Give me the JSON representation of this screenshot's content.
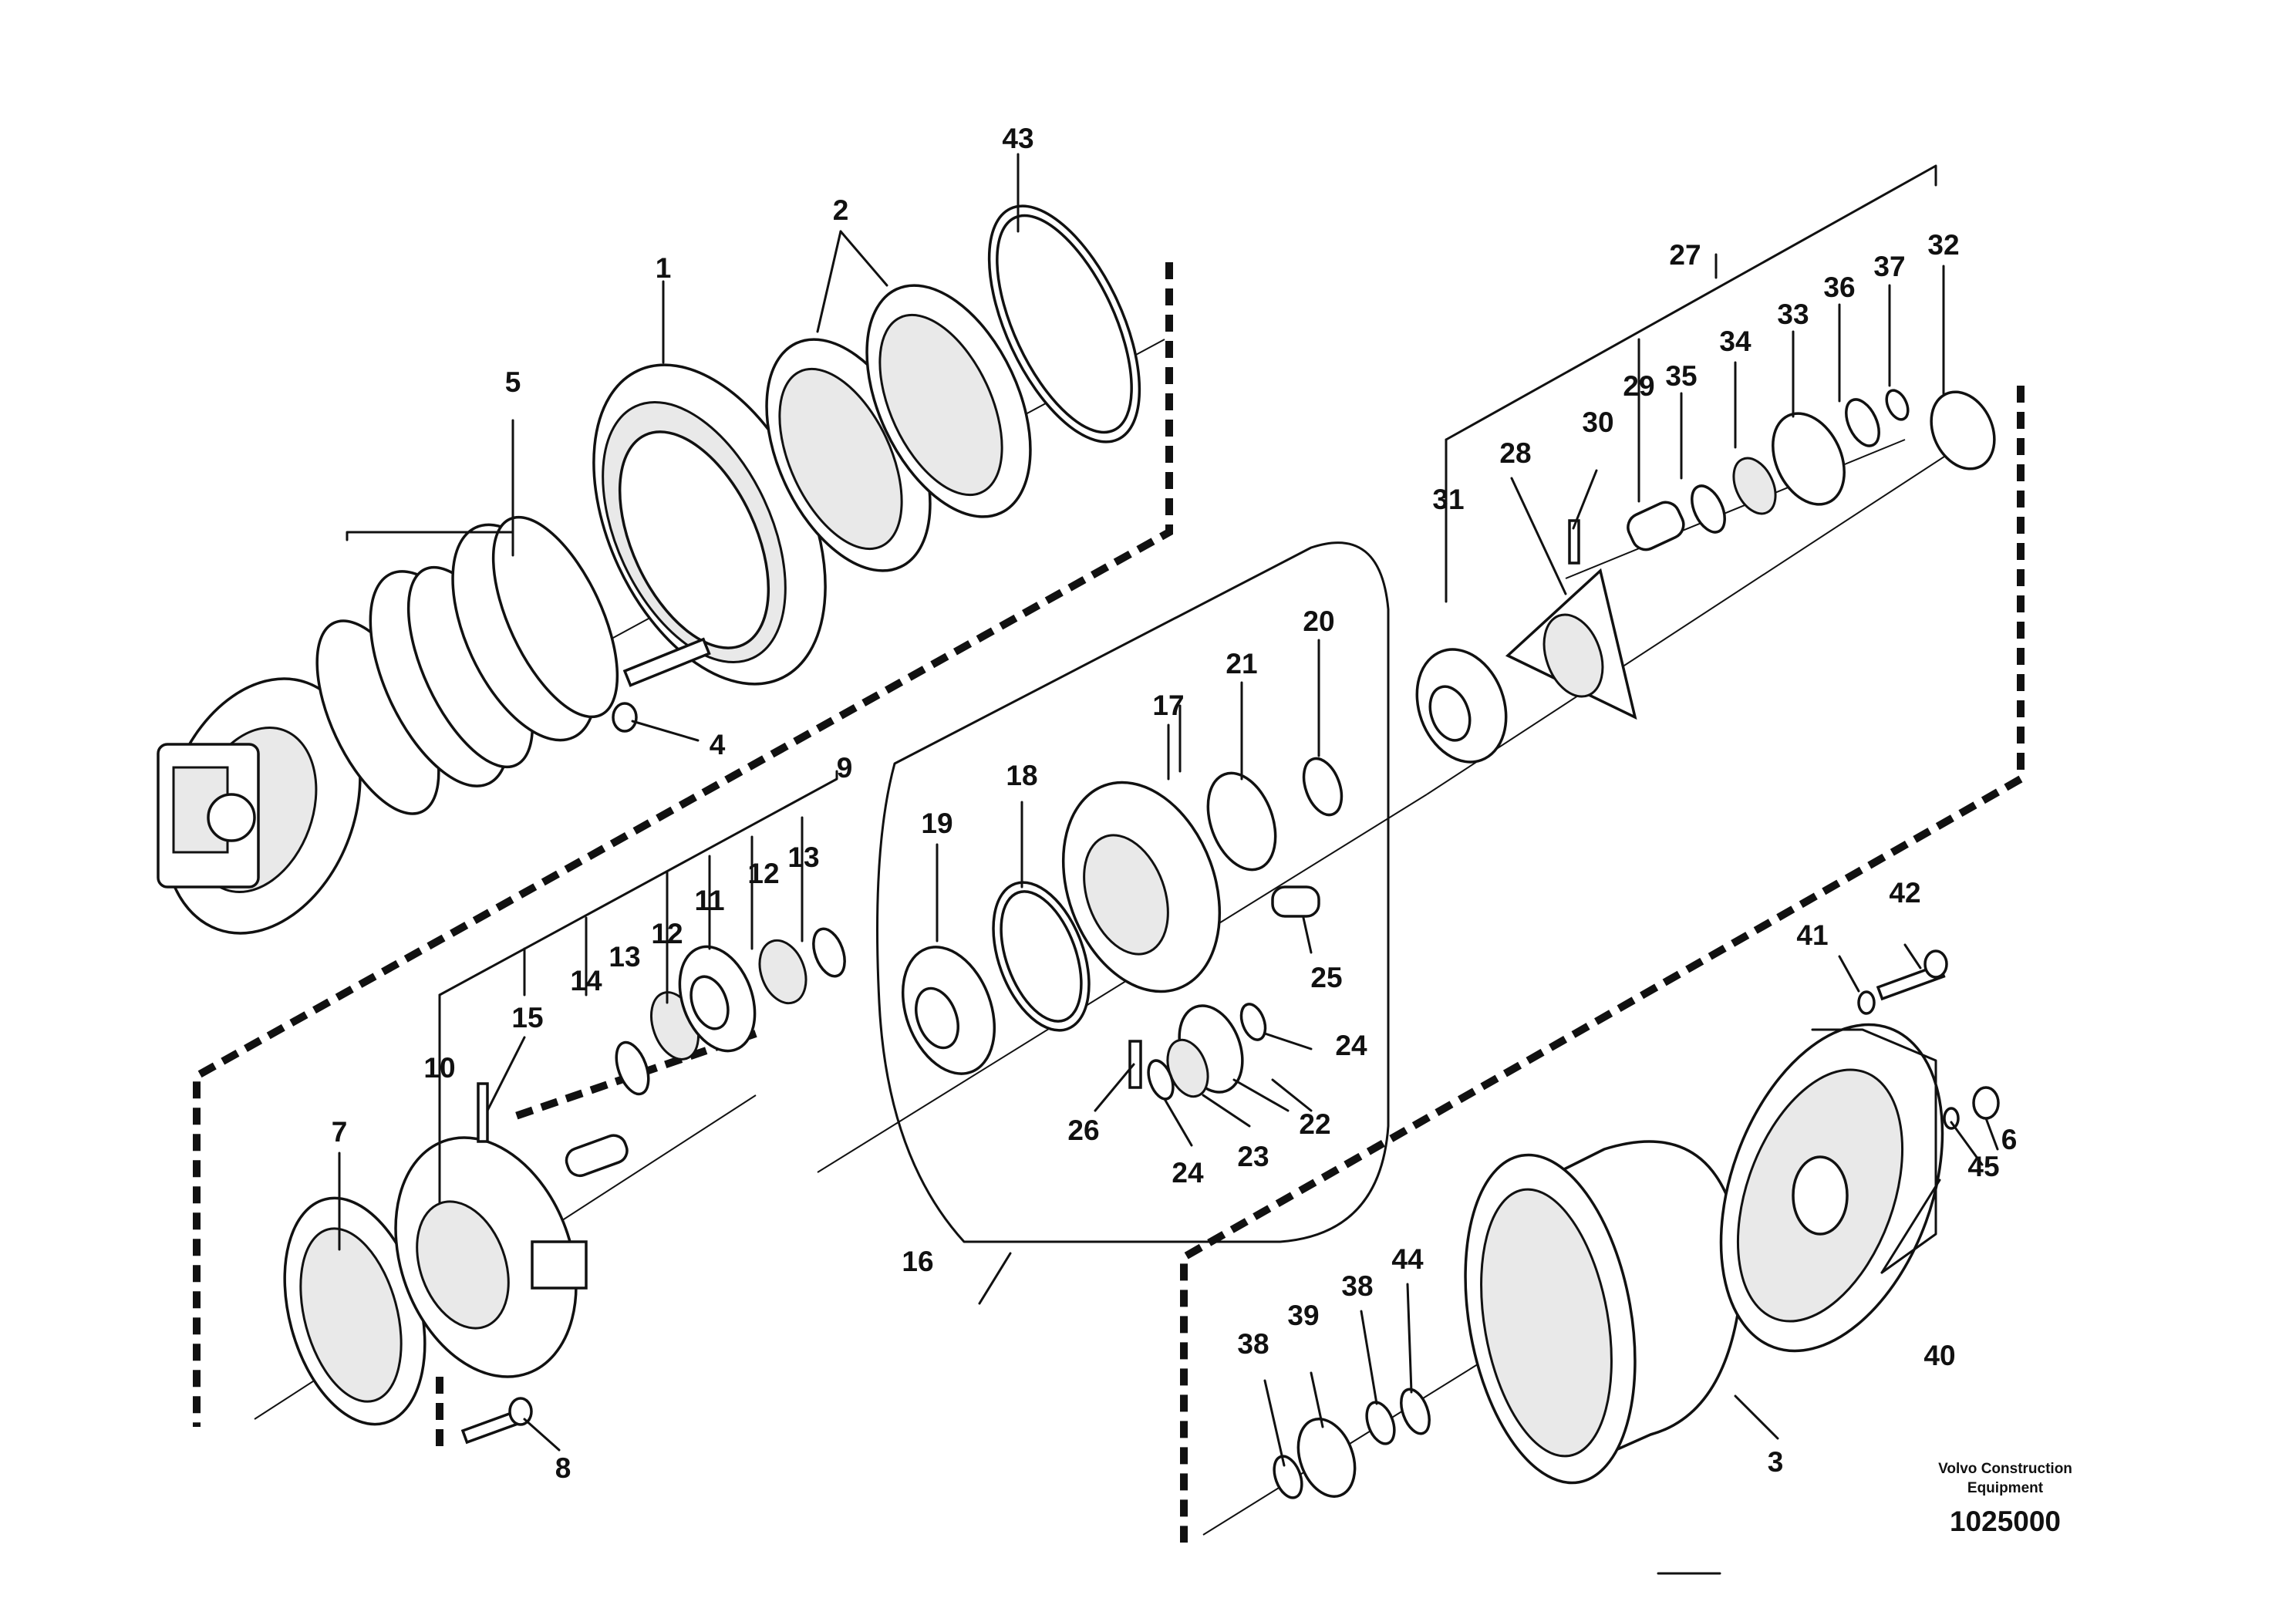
{
  "drawing": {
    "callouts": [
      "1",
      "2",
      "3",
      "4",
      "5",
      "6",
      "7",
      "8",
      "9",
      "10",
      "11",
      "12",
      "12",
      "13",
      "13",
      "14",
      "15",
      "16",
      "17",
      "18",
      "19",
      "20",
      "21",
      "22",
      "23",
      "24",
      "24",
      "25",
      "26",
      "27",
      "28",
      "29",
      "30",
      "31",
      "32",
      "33",
      "34",
      "35",
      "36",
      "37",
      "38",
      "38",
      "39",
      "40",
      "41",
      "42",
      "43",
      "44",
      "45"
    ],
    "brand_line1": "Volvo Construction",
    "brand_line2": "Equipment",
    "document_number": "1025000"
  }
}
